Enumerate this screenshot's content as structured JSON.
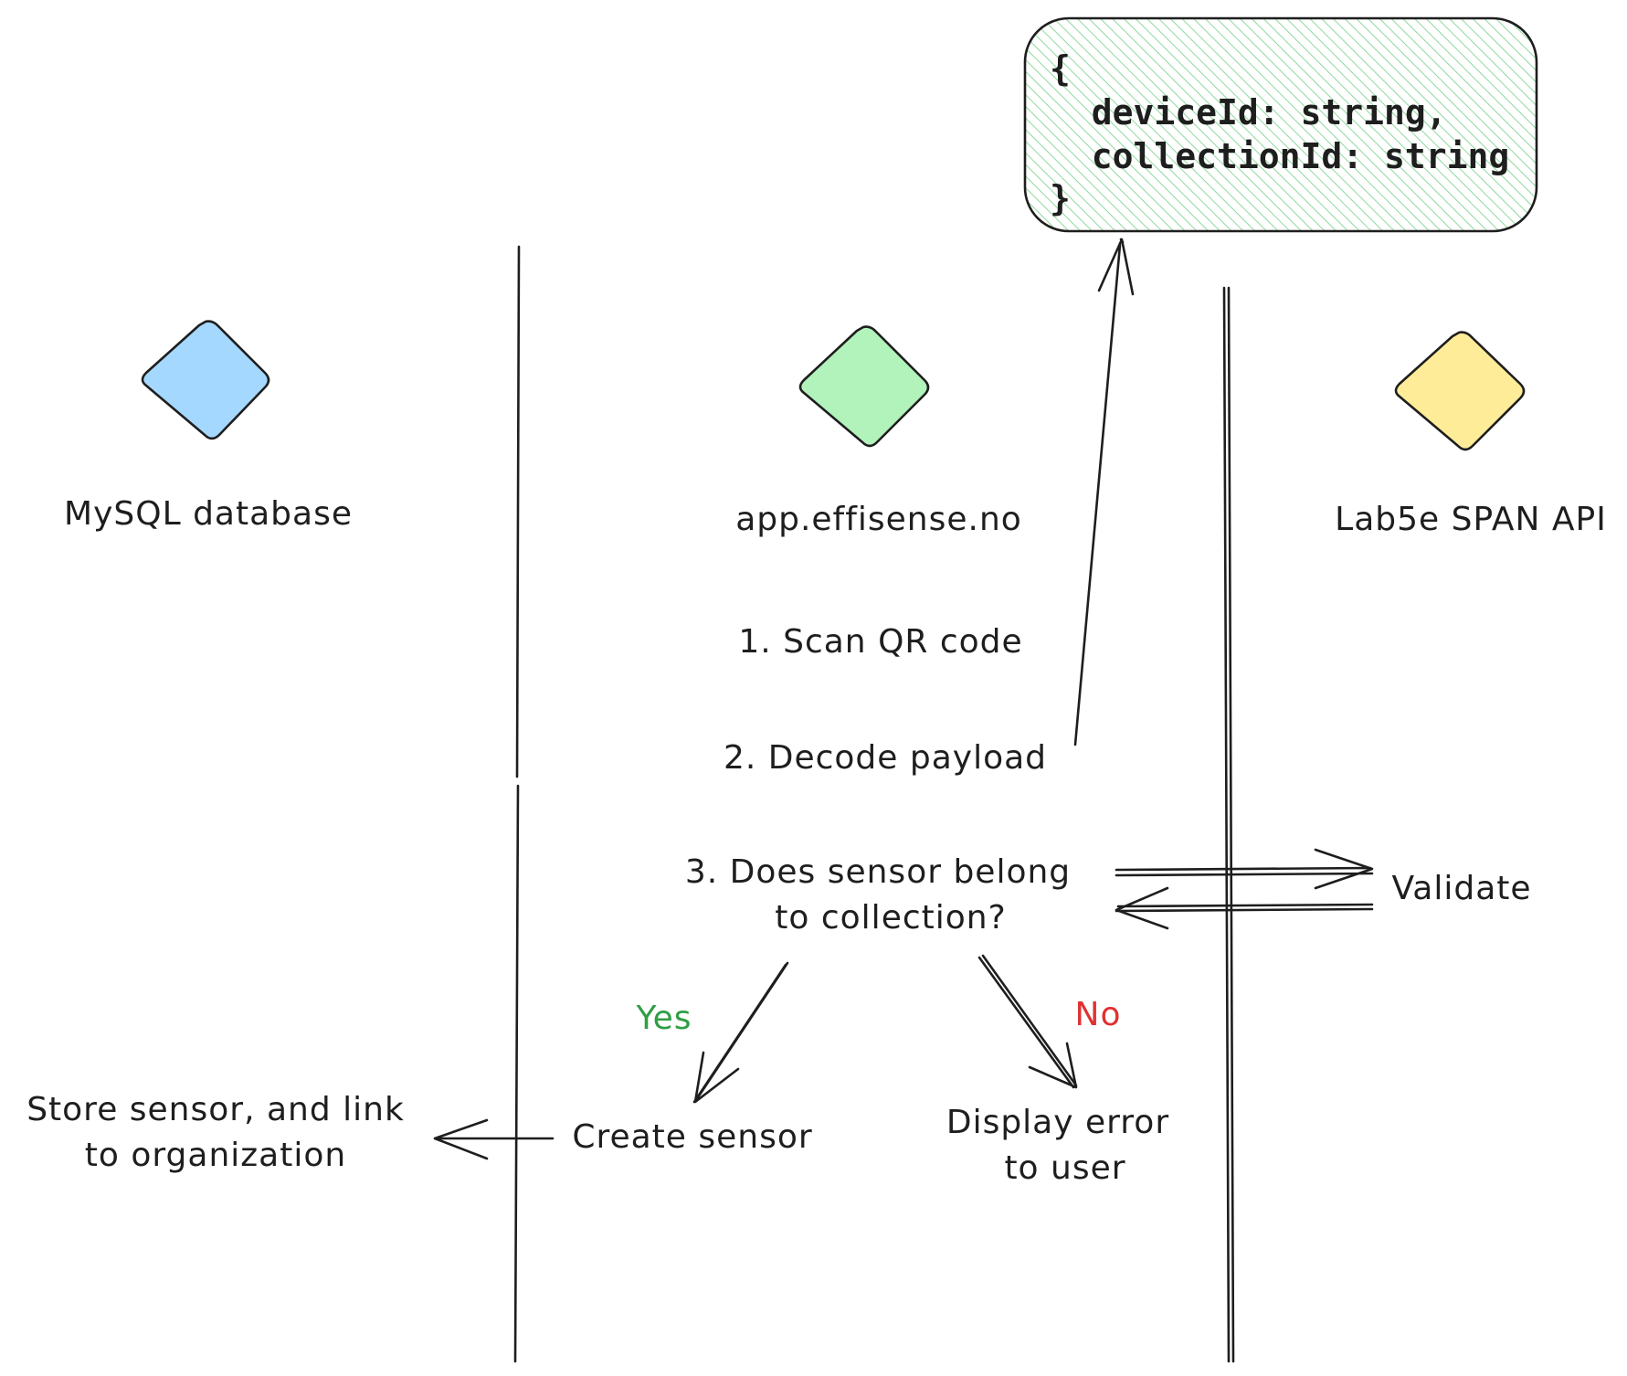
{
  "payload_box": {
    "lines": [
      "{",
      "  deviceId: string,",
      "  collectionId: string",
      "}"
    ],
    "fill_color": "#b2f2bb"
  },
  "nodes": {
    "database": {
      "label": "MySQL database",
      "color": "#a5d8ff"
    },
    "app": {
      "label": "app.effisense.no",
      "color": "#b2f2bb"
    },
    "api": {
      "label": "Lab5e SPAN API",
      "color": "#ffec99"
    }
  },
  "steps": {
    "scan": "1. Scan QR code",
    "decode": "2. Decode payload",
    "check_line1": "3. Does sensor belong",
    "check_line2": "to collection?"
  },
  "validate": "Validate",
  "branches": {
    "yes": {
      "label": "Yes",
      "color": "#2f9e44"
    },
    "no": {
      "label": "No",
      "color": "#e03131"
    }
  },
  "outcomes": {
    "create": "Create sensor",
    "store_line1": "Store sensor, and link",
    "store_line2": "to organization",
    "error_line1": "Display error",
    "error_line2": "to user"
  }
}
